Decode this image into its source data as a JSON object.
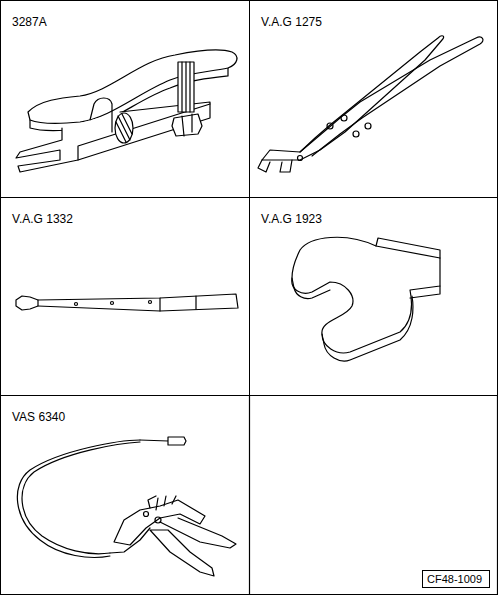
{
  "diagram": {
    "nodes": [
      {
        "text": [
          "3287A"
        ]
      },
      {
        "text": [
          "V.A.G 1275"
        ]
      },
      {
        "text": [
          "V.A.G 1332"
        ]
      },
      {
        "text": [
          "V.A.G 1923"
        ]
      },
      {
        "text": [
          "VAS 6340"
        ]
      },
      {
        "text": [
          "CF48-1009"
        ]
      }
    ]
  }
}
